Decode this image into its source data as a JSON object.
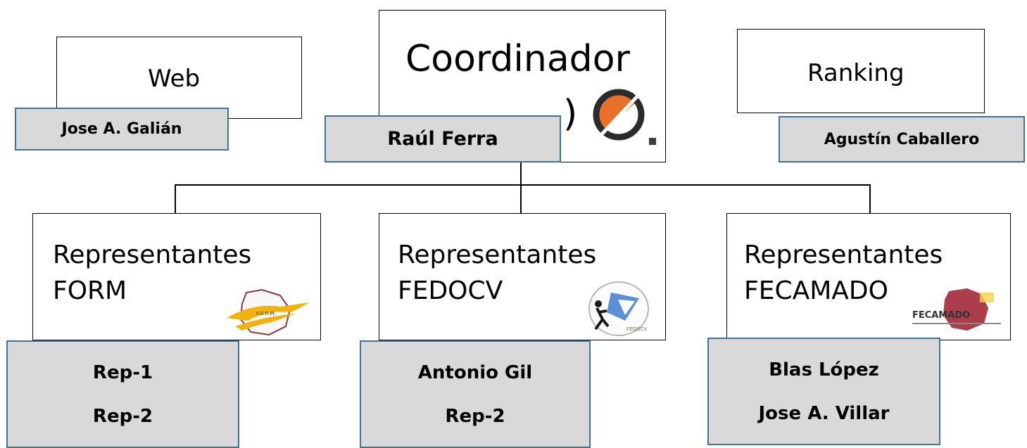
{
  "top": {
    "web": {
      "title": "Web",
      "person": "Jose A. Galián"
    },
    "coordinator": {
      "title": "Coordinador",
      "title_tail": ")",
      "person": "Raúl Ferra",
      "logo_icon": "orienteering-o-icon"
    },
    "ranking": {
      "title": "Ranking",
      "person": "Agustín Caballero"
    }
  },
  "bottom": [
    {
      "title_line1": "Representantes",
      "title_line2": "FORM",
      "logo_icon": "form-murcia-logo",
      "members": [
        "Rep-1",
        "Rep-2"
      ]
    },
    {
      "title_line1": "Representantes",
      "title_line2": "FEDOCV",
      "logo_icon": "fedocv-logo",
      "members": [
        "Antonio Gil",
        "Rep-2"
      ]
    },
    {
      "title_line1": "Representantes",
      "title_line2": "FECAMADO",
      "logo_icon": "fecamado-logo",
      "logo_text": "FECAMADO",
      "members": [
        "Blas López",
        "Jose A. Villar"
      ]
    }
  ],
  "colors": {
    "tag_fill": "#d9d9d9",
    "tag_border": "#41719c",
    "logo_orange": "#e8702a"
  }
}
